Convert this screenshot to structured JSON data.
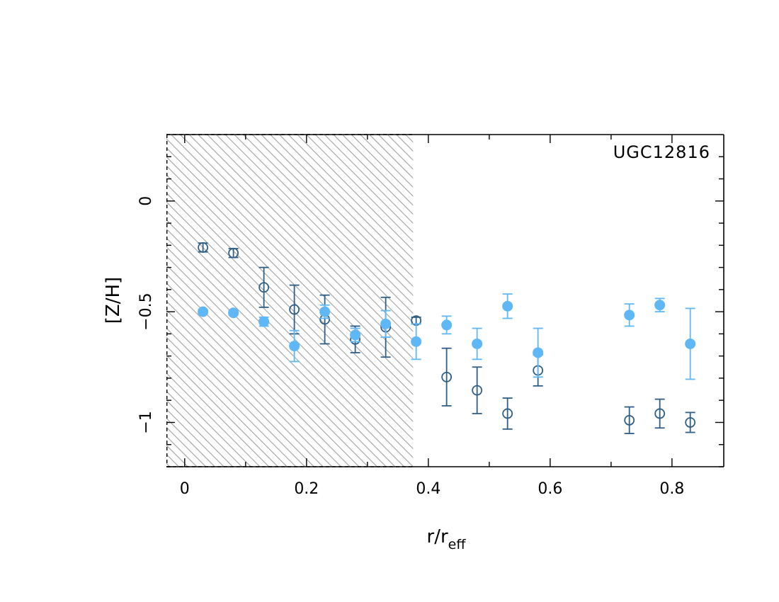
{
  "chart_data": {
    "type": "scatter",
    "annotation": "UGC12816",
    "xlabel": {
      "base": "r/r",
      "sub": "eff"
    },
    "ylabel": "[Z/H]",
    "xlim": [
      -0.03,
      0.885
    ],
    "ylim": [
      -1.2,
      0.3
    ],
    "xticks": [
      0,
      0.2,
      0.4,
      0.6,
      0.8
    ],
    "xtick_labels": [
      "0",
      "0.2",
      "0.4",
      "0.6",
      "0.8"
    ],
    "yticks": [
      0,
      -0.5,
      -1
    ],
    "ytick_labels": [
      "0",
      "−0.5",
      "−1"
    ],
    "shaded_region": {
      "x": [
        -0.03,
        0.375
      ]
    },
    "colors": {
      "dark": "#2f5f86",
      "light": "#5fb8f5",
      "hatch": "#a0a0a0"
    },
    "series": [
      {
        "style": "open",
        "color": "#2f5f86",
        "points": [
          {
            "x": 0.03,
            "y": -0.21,
            "err": 0.02
          },
          {
            "x": 0.08,
            "y": -0.235,
            "err": 0.02
          },
          {
            "x": 0.13,
            "y": -0.39,
            "err": 0.09
          },
          {
            "x": 0.18,
            "y": -0.49,
            "err": 0.11
          },
          {
            "x": 0.23,
            "y": -0.535,
            "err": 0.11
          },
          {
            "x": 0.28,
            "y": -0.625,
            "err": 0.06
          },
          {
            "x": 0.33,
            "y": -0.57,
            "err": 0.135
          },
          {
            "x": 0.38,
            "y": -0.54,
            "err": 0.015
          },
          {
            "x": 0.43,
            "y": -0.795,
            "err": 0.13
          },
          {
            "x": 0.48,
            "y": -0.855,
            "err": 0.105
          },
          {
            "x": 0.53,
            "y": -0.96,
            "err": 0.07
          },
          {
            "x": 0.58,
            "y": -0.765,
            "err": 0.07
          },
          {
            "x": 0.73,
            "y": -0.99,
            "err": 0.06
          },
          {
            "x": 0.78,
            "y": -0.96,
            "err": 0.065
          },
          {
            "x": 0.83,
            "y": -1.0,
            "err": 0.045
          }
        ]
      },
      {
        "style": "filled",
        "color": "#5fb8f5",
        "points": [
          {
            "x": 0.03,
            "y": -0.5,
            "err": 0.01
          },
          {
            "x": 0.08,
            "y": -0.505,
            "err": 0.01
          },
          {
            "x": 0.13,
            "y": -0.545,
            "err": 0.02
          },
          {
            "x": 0.18,
            "y": -0.655,
            "err": 0.07
          },
          {
            "x": 0.23,
            "y": -0.5,
            "err": 0.03
          },
          {
            "x": 0.28,
            "y": -0.605,
            "err": 0.03
          },
          {
            "x": 0.33,
            "y": -0.555,
            "err": 0.06
          },
          {
            "x": 0.38,
            "y": -0.635,
            "err": 0.08
          },
          {
            "x": 0.43,
            "y": -0.56,
            "err": 0.04
          },
          {
            "x": 0.48,
            "y": -0.645,
            "err": 0.07
          },
          {
            "x": 0.53,
            "y": -0.475,
            "err": 0.055
          },
          {
            "x": 0.58,
            "y": -0.685,
            "err": 0.11
          },
          {
            "x": 0.73,
            "y": -0.515,
            "err": 0.05
          },
          {
            "x": 0.78,
            "y": -0.47,
            "err": 0.03
          },
          {
            "x": 0.83,
            "y": -0.645,
            "err": 0.16
          }
        ]
      }
    ]
  }
}
